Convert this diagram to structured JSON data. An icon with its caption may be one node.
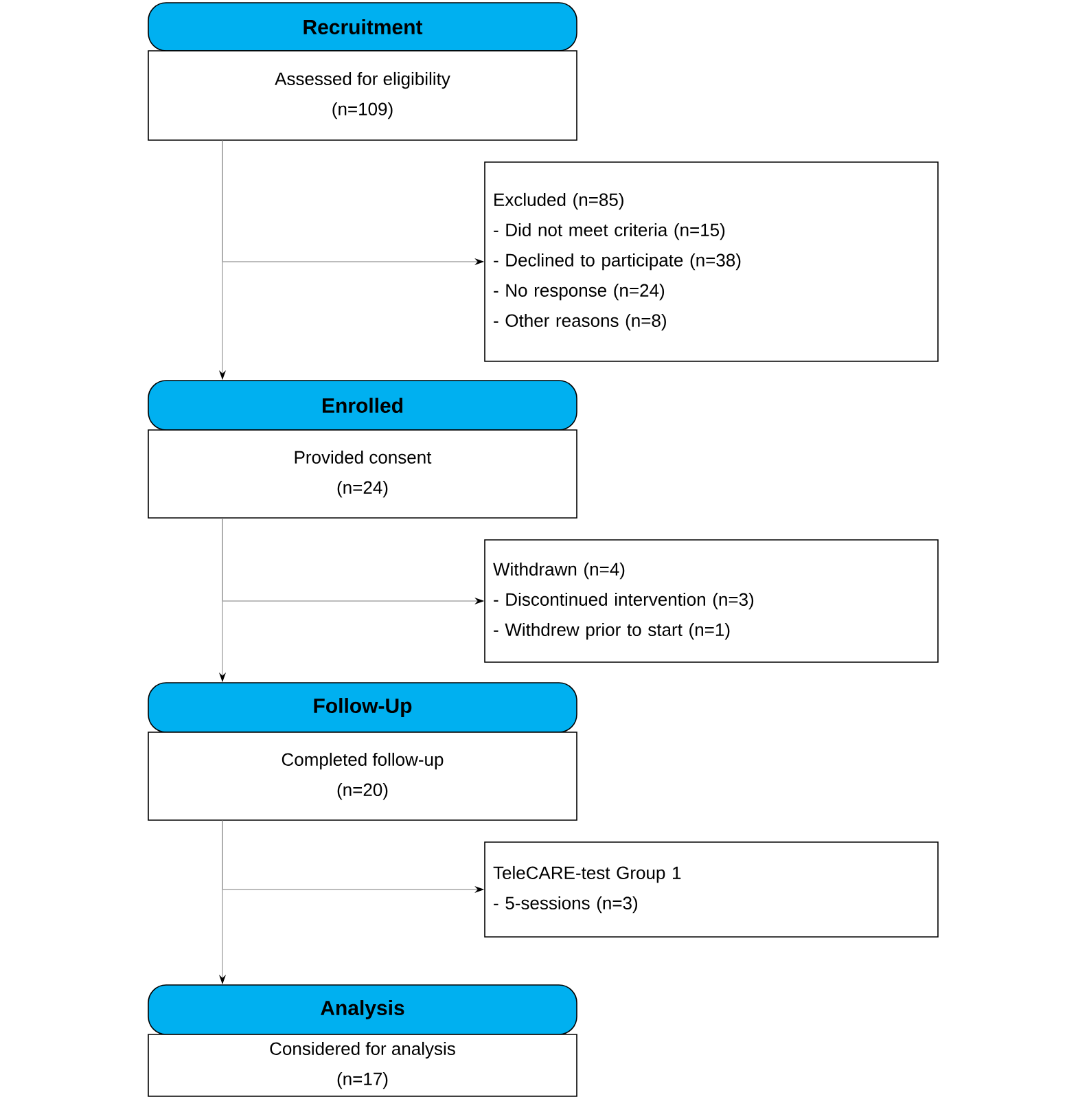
{
  "diagram": {
    "nodes": [
      {
        "text": [
          "Recruitment"
        ]
      },
      {
        "text": [
          "Assessed for eligibility",
          "(n=109)"
        ]
      },
      {
        "text": [
          "Excluded (n=85)",
          "- Did not meet criteria (n=15)",
          "- Declined to participate (n=38)",
          "- No response (n=24)",
          "- Other reasons (n=8)"
        ]
      },
      {
        "text": [
          "Enrolled"
        ]
      },
      {
        "text": [
          "Provided consent",
          "(n=24)"
        ]
      },
      {
        "text": [
          "Withdrawn (n=4)",
          "- Discontinued intervention (n=3)",
          "- Withdrew prior to start (n=1)"
        ]
      },
      {
        "text": [
          "Follow-Up"
        ]
      },
      {
        "text": [
          "Completed follow-up",
          "(n=20)"
        ]
      },
      {
        "text": [
          "TeleCARE-test Group 1",
          "- 5-sessions (n=3)"
        ]
      },
      {
        "text": [
          "Analysis"
        ]
      },
      {
        "text": [
          "Considered for analysis",
          "(n=17)"
        ]
      }
    ],
    "edges": [
      {
        "from": 1,
        "to": 3,
        "arrow": "to"
      },
      {
        "from": 1,
        "to": 2,
        "arrow": "to"
      },
      {
        "from": 4,
        "to": 6,
        "arrow": "to"
      },
      {
        "from": 4,
        "to": 5,
        "arrow": "to"
      },
      {
        "from": 7,
        "to": 9,
        "arrow": "to"
      },
      {
        "from": 7,
        "to": 8,
        "arrow": "to"
      }
    ]
  }
}
